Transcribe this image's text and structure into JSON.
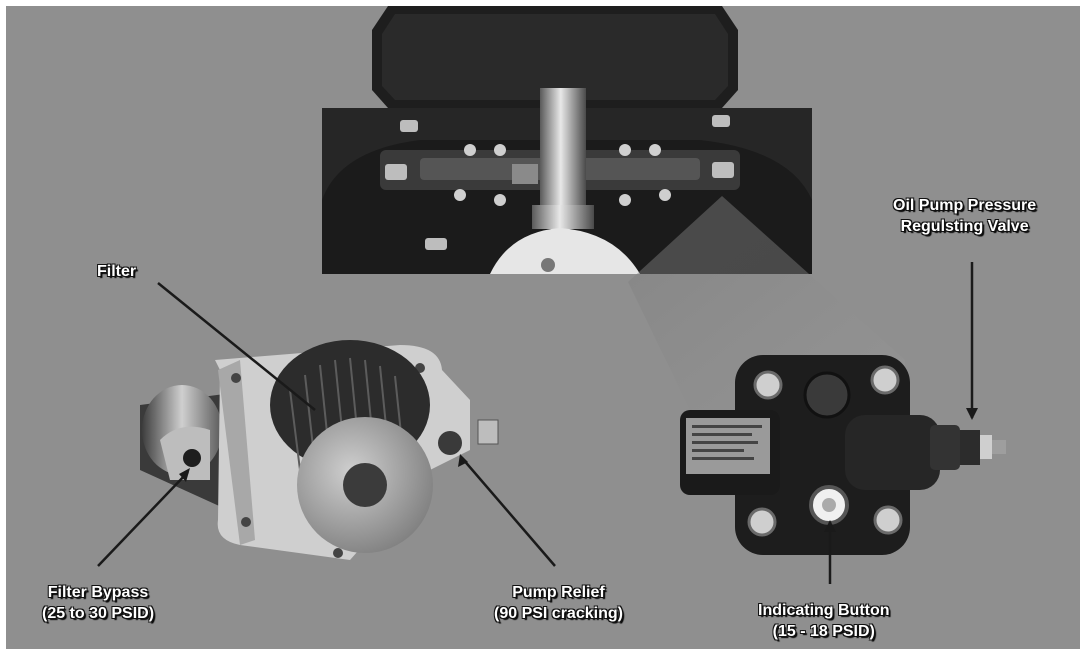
{
  "labels": {
    "filter": "Filter",
    "oil_pump_line1": "Oil Pump Pressure",
    "oil_pump_line2": "Regulsting Valve",
    "filter_bypass_line1": "Filter Bypass",
    "filter_bypass_line2": "(25 to 30 PSID)",
    "pump_relief_line1": "Pump Relief",
    "pump_relief_line2": "(90 PSI cracking)",
    "indicating_line1": "Indicating Button",
    "indicating_line2": "(15 - 18 PSID)"
  }
}
